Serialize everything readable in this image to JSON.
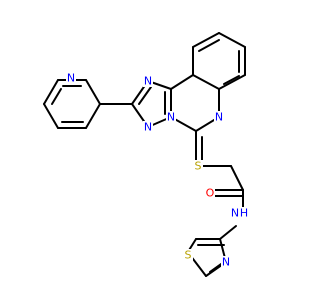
{
  "structure": {
    "atoms": [
      {
        "id": "N_pyridine",
        "symbol": "N",
        "color": "#0000ff"
      },
      {
        "id": "N_triazole_top",
        "symbol": "N",
        "color": "#0000ff"
      },
      {
        "id": "N_triazole_left",
        "symbol": "N",
        "color": "#0000ff"
      },
      {
        "id": "N_triazole_bridge",
        "symbol": "N",
        "color": "#0000ff"
      },
      {
        "id": "N_quinazoline",
        "symbol": "N",
        "color": "#0000ff"
      },
      {
        "id": "S_thioether",
        "symbol": "S",
        "color": "#b8a100"
      },
      {
        "id": "O_carbonyl",
        "symbol": "O",
        "color": "#ff0000"
      },
      {
        "id": "NH_amide",
        "symbol": "N",
        "color": "#0000ff"
      },
      {
        "id": "H_amide",
        "symbol": "H",
        "color": "#0000ff"
      },
      {
        "id": "N_thiazole",
        "symbol": "N",
        "color": "#0000ff"
      },
      {
        "id": "S_thiazole",
        "symbol": "S",
        "color": "#b8a100"
      }
    ]
  }
}
